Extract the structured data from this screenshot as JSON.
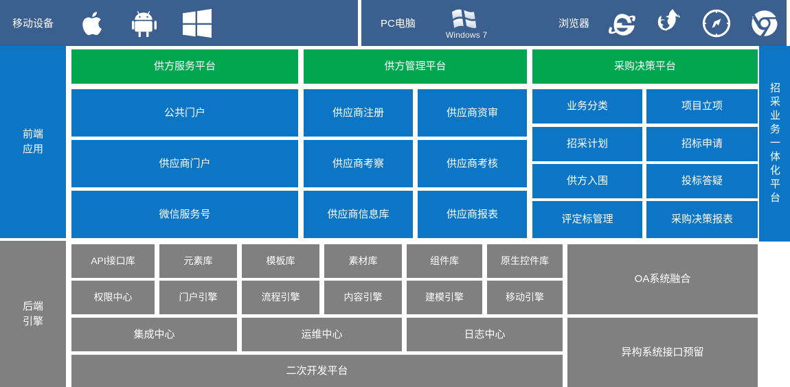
{
  "topbar": {
    "segments": [
      {
        "label": "移动设备",
        "icons": [
          "apple-icon",
          "android-icon",
          "windows-icon"
        ]
      },
      {
        "label": "PC电脑",
        "icons": [
          "windows7-icon"
        ],
        "icon_caption": "Windows 7"
      },
      {
        "label": "浏览器",
        "icons": [
          "internet-explorer-icon",
          "firefox-icon",
          "safari-icon",
          "chrome-icon"
        ]
      }
    ]
  },
  "rails": {
    "frontend": "前端\n应用",
    "backend": "后端\n引擎",
    "right": "招采业务一体化平台"
  },
  "frontend": {
    "platforms": [
      {
        "label": "供方服务平台"
      },
      {
        "label": "供方管理平台"
      },
      {
        "label": "采购决策平台"
      }
    ],
    "supplier_service": [
      {
        "label": "公共门户"
      },
      {
        "label": "供应商门户"
      },
      {
        "label": "微信服务号"
      }
    ],
    "supplier_management": [
      {
        "label": "供应商注册"
      },
      {
        "label": "供应商资审"
      },
      {
        "label": "供应商考察"
      },
      {
        "label": "供应商考核"
      },
      {
        "label": "供应商信息库"
      },
      {
        "label": "供应商报表"
      }
    ],
    "procurement_decision": [
      {
        "label": "业务分类"
      },
      {
        "label": "项目立项"
      },
      {
        "label": "招采计划"
      },
      {
        "label": "招标申请"
      },
      {
        "label": "供方入围"
      },
      {
        "label": "投标答疑"
      },
      {
        "label": "评定标管理"
      },
      {
        "label": "采购决策报表"
      }
    ]
  },
  "backend": {
    "libraries": [
      {
        "label": "API接口库"
      },
      {
        "label": "元素库"
      },
      {
        "label": "模板库"
      },
      {
        "label": "素材库"
      },
      {
        "label": "组件库"
      },
      {
        "label": "原生控件库"
      }
    ],
    "engines": [
      {
        "label": "权限中心"
      },
      {
        "label": "门户引擎"
      },
      {
        "label": "流程引擎"
      },
      {
        "label": "内容引擎"
      },
      {
        "label": "建模引擎"
      },
      {
        "label": "移动引擎"
      }
    ],
    "centers": [
      {
        "label": "集成中心"
      },
      {
        "label": "运维中心"
      },
      {
        "label": "日志中心"
      }
    ],
    "dev_platform": {
      "label": "二次开发平台"
    },
    "integrations": [
      {
        "label": "OA系统融合"
      },
      {
        "label": "异构系统接口预留"
      }
    ]
  },
  "colors": {
    "header_blue": "#3b5f8f",
    "tile_blue": "#0d76c4",
    "tile_green": "#00a650",
    "tile_gray": "#808080",
    "text": "#ffffff"
  }
}
